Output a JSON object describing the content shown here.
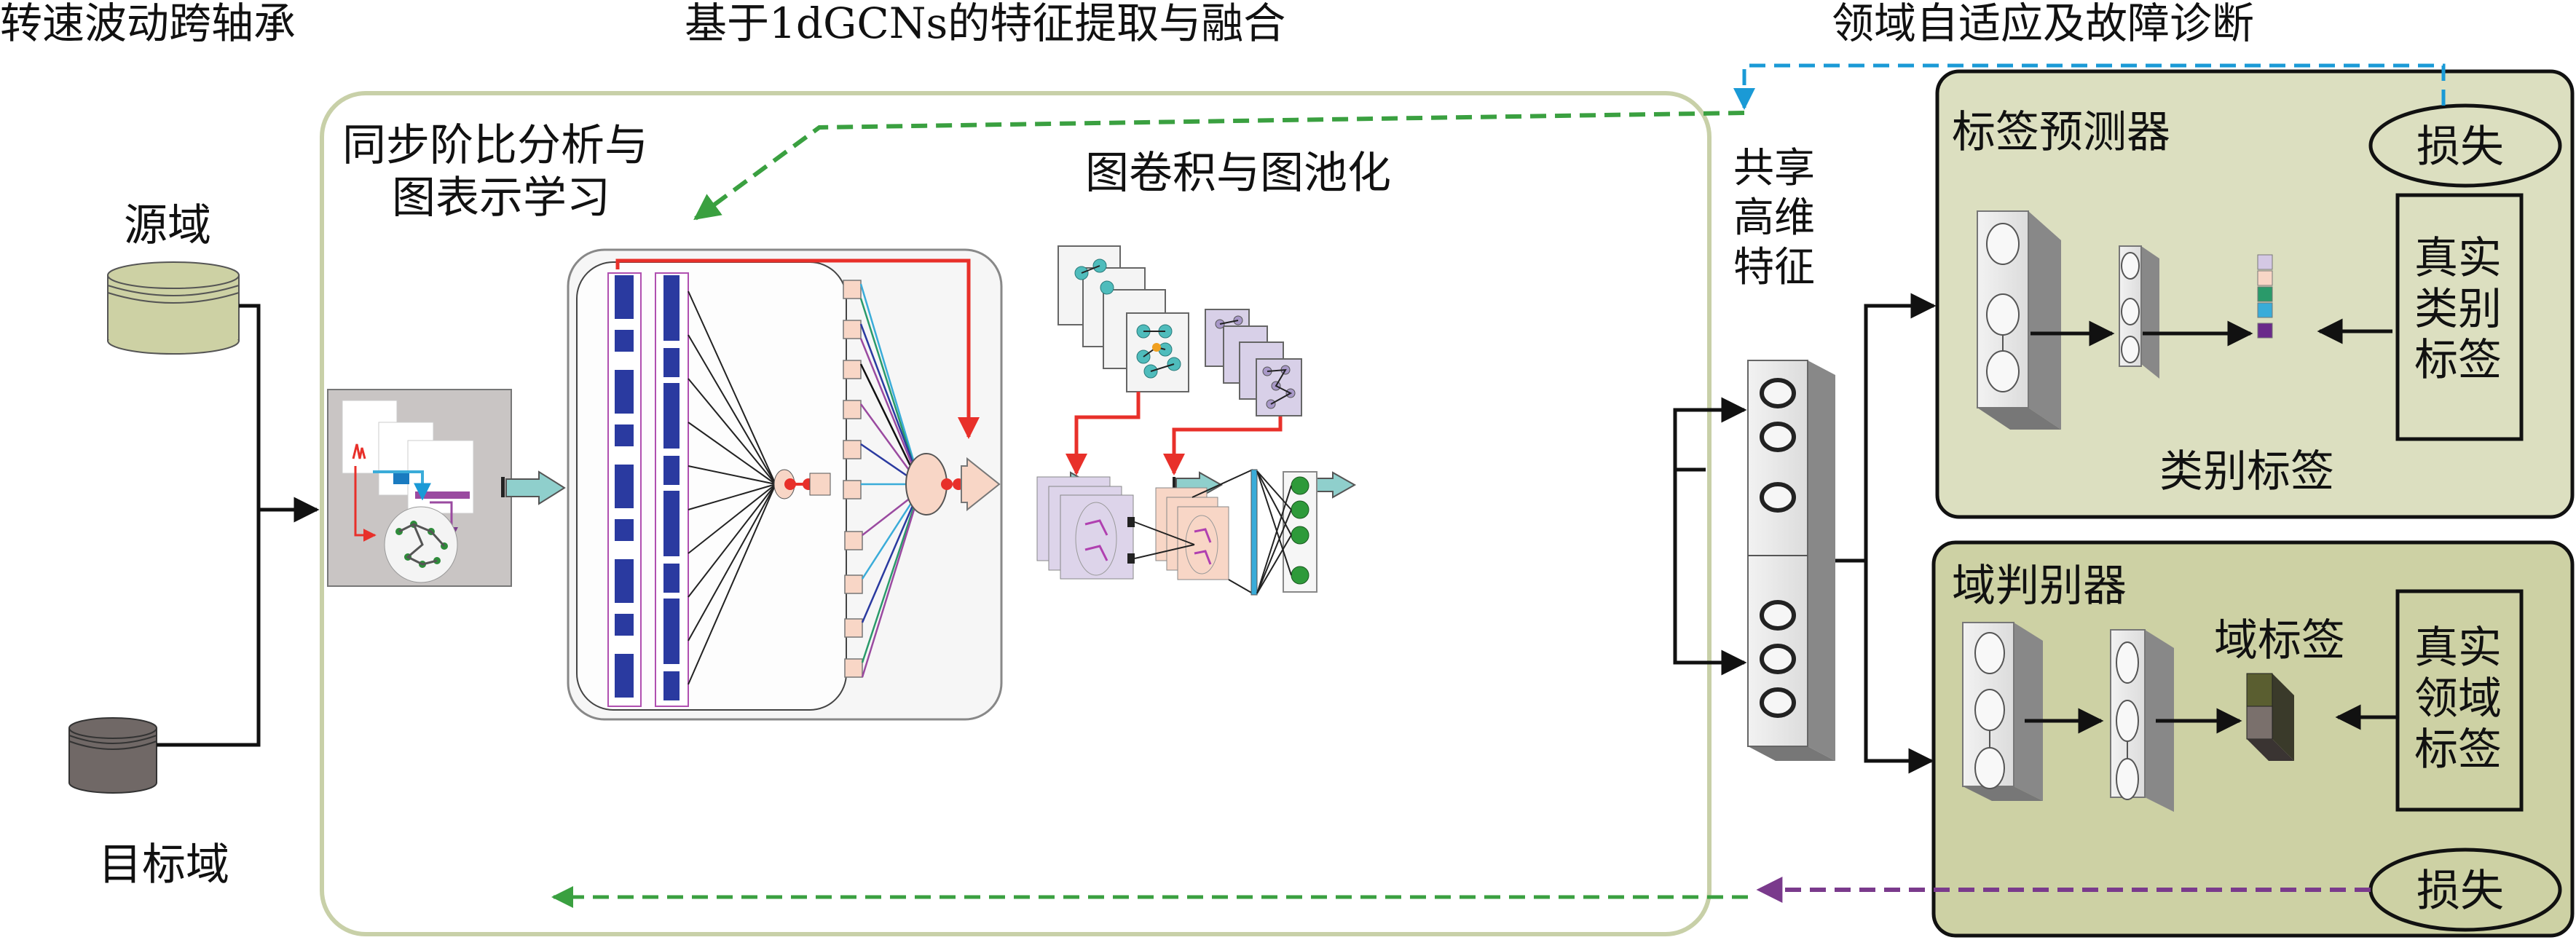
{
  "titles": {
    "input_section": "转速波动跨轴承",
    "feature_section": "基于1dGCNs的特征提取与融合",
    "adaptation_section": "领域自适应及故障诊断"
  },
  "input": {
    "source_domain": "源域",
    "target_domain": "目标域",
    "source_color": "#cdd1a4",
    "target_color": "#706866"
  },
  "feature_extraction": {
    "subtitle_line1": "同步阶比分析与",
    "subtitle_line2": "图表示学习",
    "gcn_title": "图卷积与图池化",
    "panel_border_color": "#c8d0a8"
  },
  "shared_features": {
    "line1": "共享",
    "line2": "高维",
    "line3": "特征"
  },
  "label_predictor": {
    "title": "标签预测器",
    "loss": "损失",
    "true_label_line1": "真实",
    "true_label_line2": "类别",
    "true_label_line3": "标签",
    "output_label": "类别标签",
    "bg_color": "#dcdfc0"
  },
  "domain_discriminator": {
    "title": "域判别器",
    "loss": "损失",
    "output_label": "域标签",
    "true_label_line1": "真实",
    "true_label_line2": "领域",
    "true_label_line3": "标签",
    "bg_color": "#cdd1a4"
  },
  "colors": {
    "green_dash": "#3aa040",
    "blue_dash": "#1a9ad6",
    "purple_dash": "#7a3a8c",
    "red_arrow": "#e8302a",
    "teal_arrow": "#8fcfcc",
    "signal_blue": "#2a3aa0"
  }
}
